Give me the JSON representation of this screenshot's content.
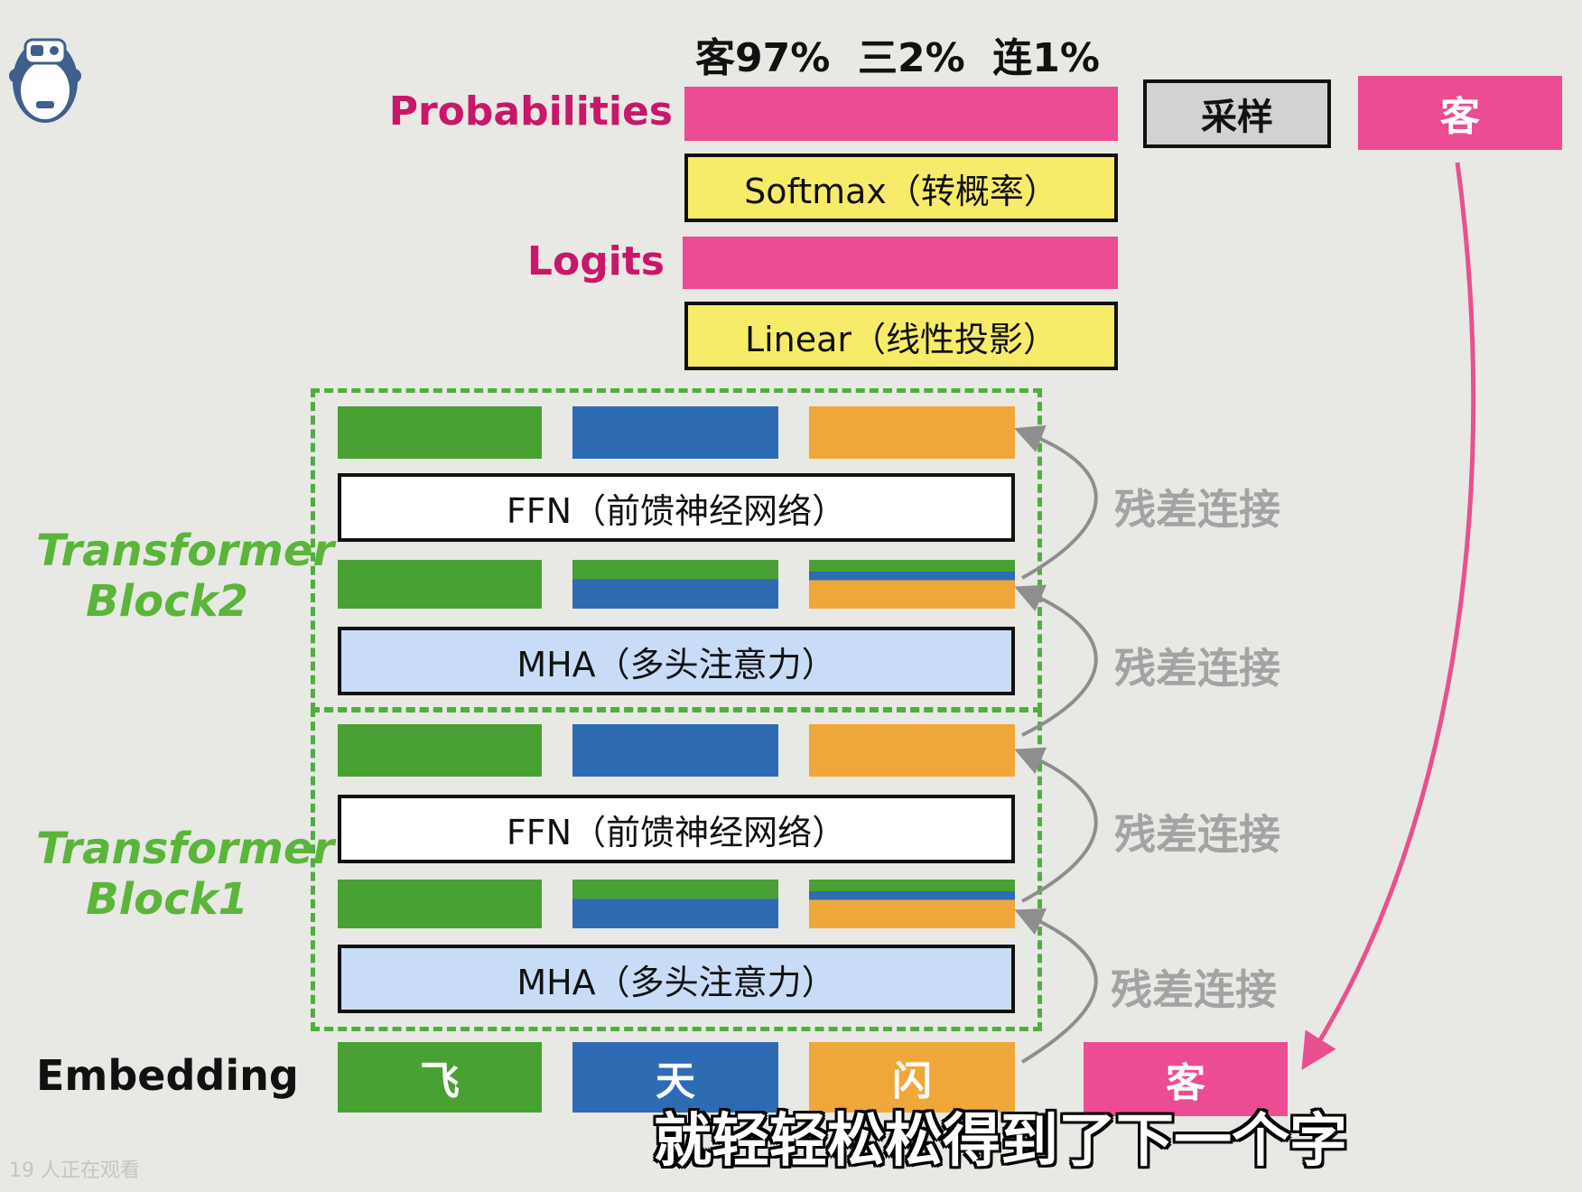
{
  "probs_text": "客97%  三2%  连1%",
  "labels": {
    "probabilities": "Probabilities",
    "logits": "Logits",
    "embedding": "Embedding"
  },
  "boxes": {
    "softmax": "Softmax（转概率）",
    "linear": "Linear（线性投影）",
    "ffn": "FFN（前馈神经网络）",
    "mha": "MHA（多头注意力）",
    "sample": "采样"
  },
  "output_token": "客",
  "blocks": {
    "block2": [
      "Transformer",
      "Block2"
    ],
    "block1": [
      "Transformer",
      "Block1"
    ]
  },
  "residual_label": "残差连接",
  "tokens": [
    "飞",
    "天",
    "闪",
    "客"
  ],
  "subtitle": "就轻轻松松得到了下一个字",
  "watcher_text": "19 人正在观看",
  "colors": {
    "pink": "#eb4c93",
    "green": "#48a132",
    "blue": "#2d6cb2",
    "orange": "#f0a73a",
    "yellow": "#f7ec6a",
    "light_blue": "#c9dcf7"
  }
}
